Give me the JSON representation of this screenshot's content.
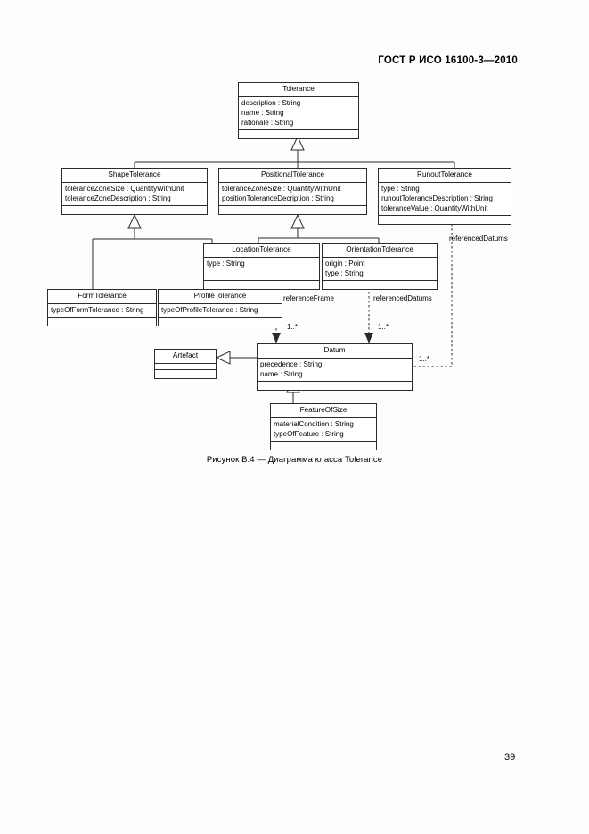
{
  "document": {
    "header": "ГОСТ Р ИСО 16100-3—2010",
    "page_number": "39",
    "figure_caption": "Рисунок В.4 — Диаграмма класса Tolerance"
  },
  "diagram": {
    "type": "uml-class-diagram",
    "title": "Tolerance",
    "classes": [
      {
        "id": "tolerance",
        "name": "Tolerance",
        "attributes": [
          "description : String",
          "name : String",
          "rationale : String"
        ],
        "operations": []
      },
      {
        "id": "shape-tolerance",
        "name": "ShapeTolerance",
        "attributes": [
          "toleranceZoneSize : QuantityWithUnit",
          "toleranceZoneDescription : String"
        ],
        "operations": []
      },
      {
        "id": "positional-tolerance",
        "name": "PositionalTolerance",
        "attributes": [
          "toleranceZoneSize : QuantityWithUnit",
          "positionToleranceDecription : String"
        ],
        "operations": []
      },
      {
        "id": "runout-tolerance",
        "name": "RunoutTolerance",
        "attributes": [
          "type : String",
          "runoutToleranceDescription : String",
          "toleranceValue : QuantityWithUnit"
        ],
        "operations": []
      },
      {
        "id": "location-tolerance",
        "name": "LocationTolerance",
        "attributes": [
          "type : String"
        ],
        "operations": []
      },
      {
        "id": "orientation-tolerance",
        "name": "OrientationTolerance",
        "attributes": [
          "origin : Point",
          "type : String"
        ],
        "operations": []
      },
      {
        "id": "form-tolerance",
        "name": "FormTolerance",
        "attributes": [
          "typeOfFormTolerance : String"
        ],
        "operations": []
      },
      {
        "id": "profile-tolerance",
        "name": "ProfileTolerance",
        "attributes": [
          "typeOfProfileTolerance : String"
        ],
        "operations": []
      },
      {
        "id": "artefact",
        "name": "Artefact",
        "attributes": [],
        "operations": []
      },
      {
        "id": "datum",
        "name": "Datum",
        "attributes": [
          "precedence : String",
          "name : String"
        ],
        "operations": []
      },
      {
        "id": "feature-of-size",
        "name": "FeatureOfSize",
        "attributes": [
          "materialCondition : String",
          "typeOfFeature : String"
        ],
        "operations": []
      }
    ],
    "generalizations": [
      {
        "from": "shape-tolerance",
        "to": "tolerance"
      },
      {
        "from": "positional-tolerance",
        "to": "tolerance"
      },
      {
        "from": "runout-tolerance",
        "to": "tolerance"
      },
      {
        "from": "form-tolerance",
        "to": "shape-tolerance"
      },
      {
        "from": "profile-tolerance",
        "to": "shape-tolerance"
      },
      {
        "from": "location-tolerance",
        "to": "positional-tolerance"
      },
      {
        "from": "orientation-tolerance",
        "to": "positional-tolerance"
      },
      {
        "from": "datum",
        "to": "artefact"
      },
      {
        "from": "feature-of-size",
        "to": "datum"
      }
    ],
    "associations": [
      {
        "id": "reference-frame",
        "from": "location-tolerance",
        "to": "datum",
        "label": "referenceFrame",
        "multiplicity": "1..*"
      },
      {
        "id": "referenced-datums-orientation",
        "from": "orientation-tolerance",
        "to": "datum",
        "label": "referencedDatums",
        "multiplicity": "1..*"
      },
      {
        "id": "referenced-datums-runout",
        "from": "runout-tolerance",
        "to": "datum",
        "label": "referencedDatums",
        "multiplicity": "1..*"
      }
    ]
  }
}
